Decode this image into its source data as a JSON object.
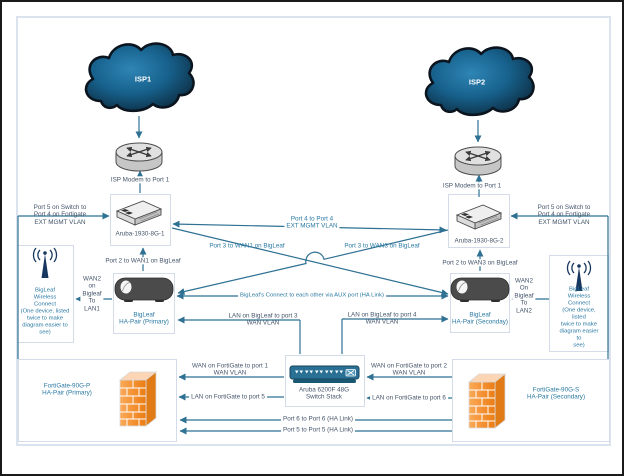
{
  "diagram": {
    "isp1": {
      "label": "ISP1"
    },
    "isp2": {
      "label": "ISP2"
    },
    "modem_left": {
      "label": "ISP Modem to Port 1"
    },
    "modem_right": {
      "label": "ISP Modem to Port 1"
    },
    "switch_left": {
      "label": "Aruba-1930-8G-1"
    },
    "switch_right": {
      "label": "Aruba-1930-8G-2"
    },
    "switch_stack": {
      "label": "Aruba 6200F 48G\nSwitch Stack"
    },
    "bigleaf_primary": {
      "label": "BigLeaf\nHA-Pair (Primary)"
    },
    "bigleaf_secondary": {
      "label": "BigLeaf\nHA-Pair (Seconday)"
    },
    "wireless_left": {
      "label": "BigLeaf\nWireless\nConnect\n(One device, listed\ntwice to make\ndiagram easier to\nsee)"
    },
    "wireless_right": {
      "label": "BigLeaf\nWireless\nConnect\n(One device, listed\ntwice to make\ndiagram easier to\nsee)"
    },
    "fortigate_primary": {
      "label": "FortiGate-90G-P\nHA-Pair (Primary)"
    },
    "fortigate_secondary": {
      "label": "FortiGate-90G-S\nHA-Pair (Secondary)"
    },
    "connections": {
      "ext_mgmt_left": "Port 5 on Switch to\nPort 4 on Fortigate\nEXT MGMT VLAN",
      "ext_mgmt_right": "Port 5 on Switch to\nPort 4 on Fortigate\nEXT MGMT VLAN",
      "port4_to_port4": "Port 4 to Port 4\nEXT MGMT VLAN",
      "port3_wan1": "Port 3 to WAN1 on BigLeaf",
      "port3_wan3": "Port 3 to WAN3 on BigLeaf",
      "port2_wan1": "Port 2 to WAN1 on BigLeaf",
      "port2_wan3": "Port 2 to WAN3 on BigLeaf",
      "aux_ha_link": "BigLeaf's Connect to each other via AUX port (HA Link)",
      "wan2_left": "WAN2\non\nBigleaf\nTo\nLAN1",
      "wan2_right": "WAN2\nOn\nBigleaf\nTo\nLAN2",
      "lan_bigleaf_port3": "LAN on BigLeaf to port 3\nWAN VLAN",
      "lan_bigleaf_port4": "LAN on BigLeaf to port 4\nWAN VLAN",
      "wan_fortigate_port1": "WAN on FortiGate to port 1\nWAN VLAN",
      "wan_fortigate_port2": "WAN on FortiGate to port 2\nWAN VLAN",
      "lan_fortigate_port5": "LAN on FortiGate to port 5",
      "lan_fortigate_port6": "LAN on FortiGate to port 6",
      "ha_port6": "Port 6 to Port 6 (HA Link)",
      "ha_port5": "Port 5 to Port 5 (HA Link)"
    },
    "colors": {
      "connector": "#2e7193",
      "label_dark": "#44546a",
      "label_teal": "#2878a2",
      "cloud_dark": "#0e3249",
      "cloud_light": "#2e85b5",
      "firewall_orange": "#f79646",
      "stack_blue": "#2a7094",
      "antenna_navy": "#17375e",
      "frame": "#dbe3ee"
    }
  }
}
